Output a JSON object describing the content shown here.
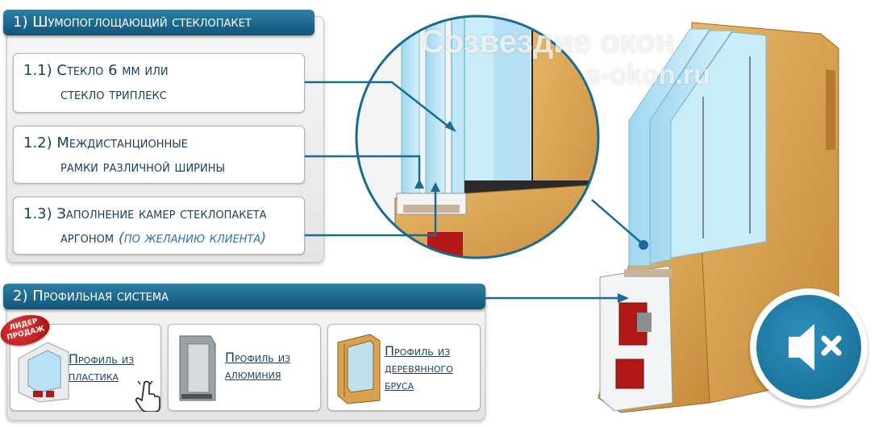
{
  "section1": {
    "header": "1) Шумопоглощающий стеклопакет",
    "items": [
      {
        "number": "1.1)",
        "line1": "Стекло 6 мм или",
        "line2": "стекло триплекс",
        "note": ""
      },
      {
        "number": "1.2)",
        "line1": "Междистанционные",
        "line2": "рамки различной ширины",
        "note": ""
      },
      {
        "number": "1.3)",
        "line1": "Заполнение камер стеклопакета",
        "line2": "аргоном",
        "note": "(по желанию клиента)"
      }
    ]
  },
  "section2": {
    "header": "2) Профильная система",
    "badge": {
      "line1": "ЛИДЕР",
      "line2": "ПРОДАЖ"
    },
    "profiles": [
      {
        "line1": "Профиль из",
        "line2": "пластика",
        "line3": ""
      },
      {
        "line1": "Профиль из",
        "line2": "алюминия",
        "line3": ""
      },
      {
        "line1": "Профиль из",
        "line2": "деревянного",
        "line3": "бруса"
      }
    ]
  },
  "watermark": {
    "line1": "Созвездие окон",
    "line2": "s-okon.ru"
  },
  "icons": {
    "mute": "speaker-mute-icon",
    "cursor": "hand-pointer-icon"
  },
  "colors": {
    "header": "#1a6b92",
    "text": "#1c3d5c",
    "note": "#2f6fb5",
    "frame_wood": "#d8a24e",
    "glass": "#b8e3f6",
    "chamber": "#b31818",
    "badge": "#c01818"
  }
}
